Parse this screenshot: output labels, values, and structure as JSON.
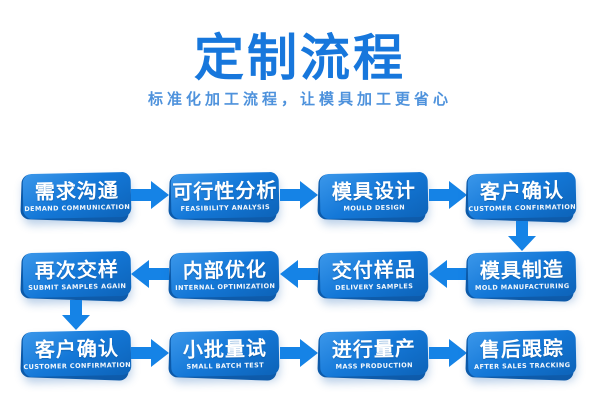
{
  "header": {
    "title": "定制流程",
    "subtitle": "标准化加工流程，让模具加工更省心"
  },
  "colors": {
    "title_blue": "#1777dc",
    "subtitle_blue": "#4e92dc",
    "arrow_blue": "#1583e6",
    "box_gradient_top": "#3b97ea",
    "box_gradient_mid": "#1478d8",
    "box_gradient_bottom": "#0d63b8",
    "box_back_shade": "#0a59a8",
    "box_text": "#ffffff",
    "background": "#ffffff"
  },
  "flow": {
    "rows": [
      {
        "direction": "right",
        "boxes": [
          {
            "zh": "需求沟通",
            "en": "DEMAND COMMUNICATION"
          },
          {
            "zh": "可行性分析",
            "en": "FEASIBILITY ANALYSIS"
          },
          {
            "zh": "模具设计",
            "en": "MOULD DESIGN"
          },
          {
            "zh": "客户确认",
            "en": "CUSTOMER CONFIRMATION"
          }
        ]
      },
      {
        "direction": "left",
        "boxes": [
          {
            "zh": "再次交样",
            "en": "SUBMIT SAMPLES AGAIN"
          },
          {
            "zh": "内部优化",
            "en": "INTERNAL OPTIMIZATION"
          },
          {
            "zh": "交付样品",
            "en": "DELIVERY SAMPLES"
          },
          {
            "zh": "模具制造",
            "en": "MOLD MANUFACTURING"
          }
        ]
      },
      {
        "direction": "right",
        "boxes": [
          {
            "zh": "客户确认",
            "en": "CUSTOMER CONFIRMATION"
          },
          {
            "zh": "小批量试",
            "en": "SMALL BATCH TEST"
          },
          {
            "zh": "进行量产",
            "en": "MASS PRODUCTION"
          },
          {
            "zh": "售后跟踪",
            "en": "AFTER SALES TRACKING"
          }
        ]
      }
    ]
  }
}
